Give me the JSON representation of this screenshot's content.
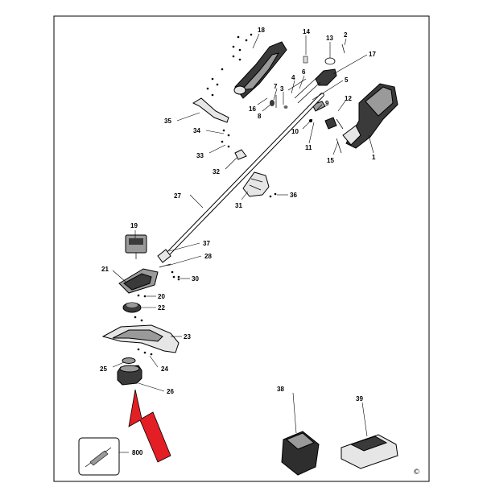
{
  "callouts": {
    "c1": "1",
    "c2": "2",
    "c3": "3",
    "c4": "4",
    "c5": "5",
    "c6": "6",
    "c7": "7",
    "c8": "8",
    "c9": "9",
    "c10": "10",
    "c11": "11",
    "c12": "12",
    "c13": "13",
    "c14": "14",
    "c15": "15",
    "c16": "16",
    "c17": "17",
    "c18": "18",
    "c19": "19",
    "c20": "20",
    "c21": "21",
    "c22": "22",
    "c23": "23",
    "c24": "24",
    "c25": "25",
    "c26": "26",
    "c27": "27",
    "c28": "28",
    "c30": "30",
    "c31": "31",
    "c32": "32",
    "c33": "33",
    "c34": "34",
    "c35": "35",
    "c36": "36",
    "c37": "37",
    "c38": "38",
    "c39": "39",
    "c800": "800"
  },
  "copyright_mark": "©",
  "colors": {
    "line": "#000000",
    "arrow": "#e31e24",
    "dark_part": "#3a3a3a",
    "mid_part": "#9a9a9a",
    "light_part": "#e6e6e6"
  }
}
